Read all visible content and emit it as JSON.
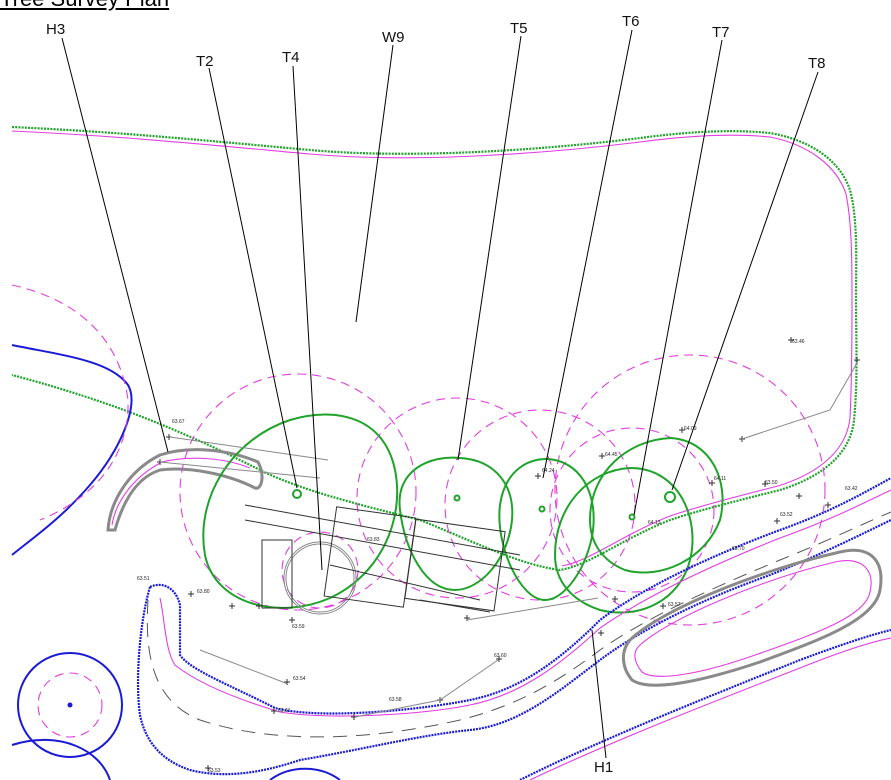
{
  "title": "Tree Survey Plan",
  "labels": {
    "H3": "H3",
    "T2": "T2",
    "T4": "T4",
    "W9": "W9",
    "T5": "T5",
    "T6": "T6",
    "T7": "T7",
    "T8": "T8",
    "H1": "H1"
  },
  "levels": [
    "63.46",
    "63.50",
    "64.09",
    "64.45",
    "64.11",
    "64.13",
    "64.24",
    "63.60",
    "63.59",
    "63.83",
    "63.67",
    "63.51",
    "63.80",
    "63.54",
    "63.58",
    "63.61",
    "63.70",
    "63.42",
    "63.52",
    "63.57",
    "63.53"
  ],
  "colors": {
    "canopy_green": "#1fa32a",
    "rpa_magenta": "#e23ee0",
    "boundary_blue": "#1b1bd6",
    "structure_grey": "#888888"
  }
}
